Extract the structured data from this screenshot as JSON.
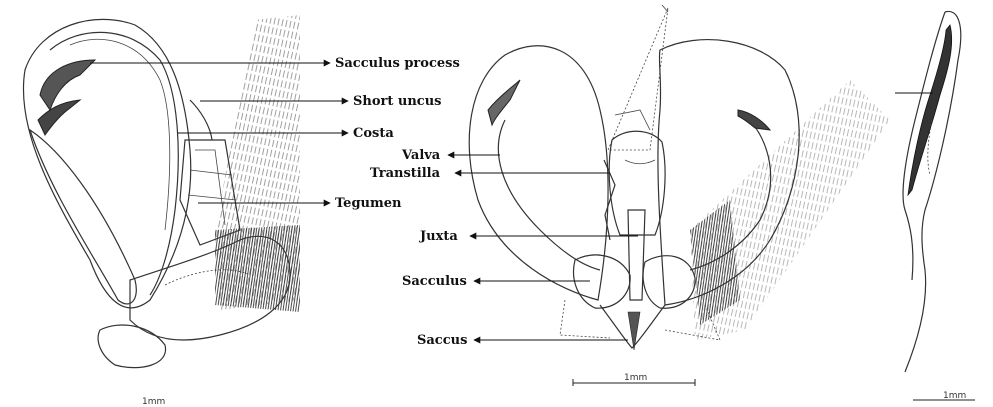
{
  "labels": {
    "sacculus_process": "Sacculus process",
    "short_uncus": "Short uncus",
    "costa": "Costa",
    "tegumen": "Tegumen",
    "valva": "Valva",
    "transtilla": "Transtilla",
    "juxta": "Juxta",
    "sacculus": "Sacculus",
    "saccus": "Saccus"
  },
  "scales": {
    "left": "1mm",
    "middle": "1mm",
    "right": "1mm"
  }
}
